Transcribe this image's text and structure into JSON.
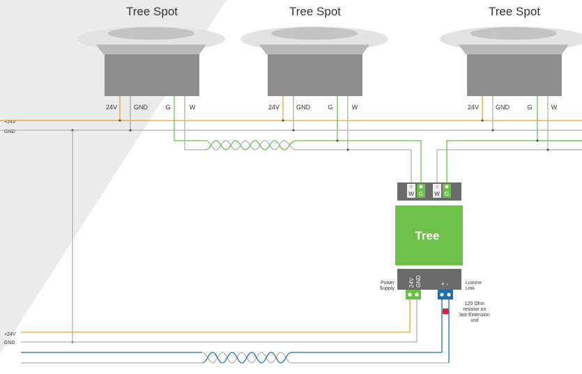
{
  "spots": [
    {
      "title": "Tree Spot",
      "pins": [
        "24V",
        "GND",
        "G",
        "W"
      ]
    },
    {
      "title": "Tree Spot",
      "pins": [
        "24V",
        "GND",
        "G",
        "W"
      ]
    },
    {
      "title": "Tree Spot",
      "pins": [
        "24V",
        "GND",
        "G",
        "W"
      ]
    }
  ],
  "bus_top": {
    "v24": "+24V",
    "gnd": "GND"
  },
  "bus_bottom": {
    "v24": "+24V",
    "gnd": "GND"
  },
  "tree_module": {
    "name": "Tree",
    "terminals_top": [
      "W",
      "G",
      "W",
      "G"
    ],
    "power_pins": [
      "24V",
      "GND"
    ],
    "link_pins": "+ -",
    "power_label": [
      "Power",
      "Supply"
    ],
    "link_label": [
      "Loxone",
      "Link"
    ]
  },
  "resistor_note": [
    "120 Ohm",
    "resistor on",
    "last Extension",
    "unit"
  ],
  "colors": {
    "orange": "#f0a030",
    "gray_wire": "#b0b0b0",
    "green": "#6cc04a",
    "blue": "#1d6fb0",
    "red": "#e0223a",
    "module_dark": "#6b6b6b"
  }
}
